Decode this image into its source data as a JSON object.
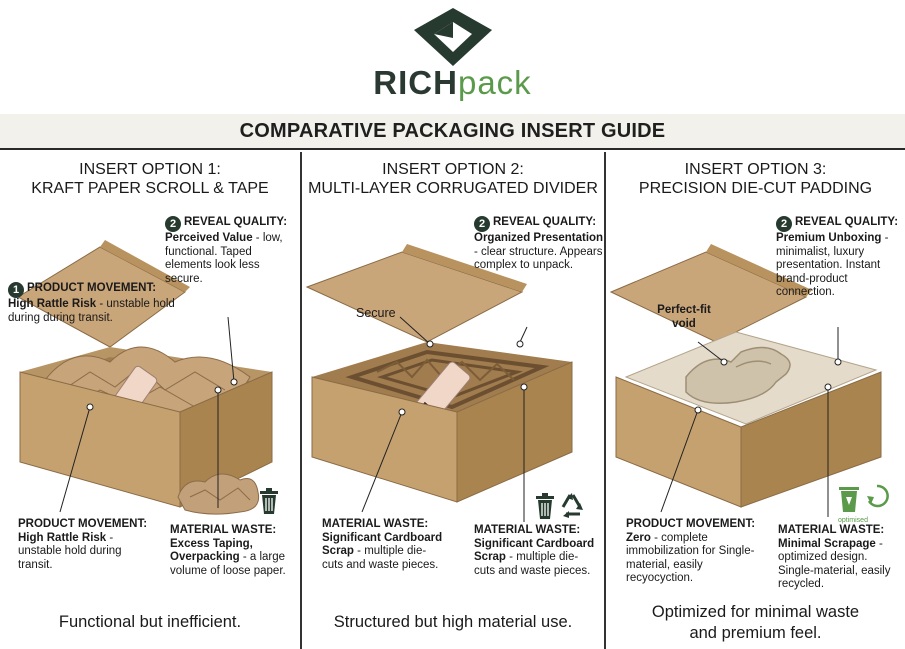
{
  "brand": {
    "name_a": "RICH",
    "name_b": "pack"
  },
  "title": "COMPARATIVE PACKAGING INSERT GUIDE",
  "colors": {
    "accent": "#263a30",
    "brand_green": "#5a9a4a",
    "kraft": "#c9a57a"
  },
  "columns": [
    {
      "heading_1": "INSERT OPTION 1:",
      "heading_2": "KRAFT PAPER SCROLL & TAPE",
      "reveal_num": "2",
      "reveal_title": "REVEAL QUALITY:",
      "reveal_bold": "Perceived Value",
      "reveal_text": " - low, functional. Taped elements look less secure.",
      "movement_top_num": "1",
      "movement_top_title": "PRODUCT MOVEMENT:",
      "movement_top_bold": "High Rattle Risk",
      "movement_top_text": " - unstable hold during during transit.",
      "movement_title": "PRODUCT MOVEMENT:",
      "movement_bold": "High Rattle Risk",
      "movement_text": " - unstable hold during transit.",
      "waste_title": "MATERIAL WASTE:",
      "waste_bold": "Excess Taping, Overpacking",
      "waste_text": " - a large volume of loose paper.",
      "footer": "Functional but inefficient.",
      "icon": "trash-icon"
    },
    {
      "heading_1": "INSERT OPTION 2:",
      "heading_2": "MULTI-LAYER CORRUGATED DIVIDER",
      "reveal_num": "2",
      "reveal_title": "REVEAL QUALITY:",
      "reveal_bold": "Organized Presentation",
      "reveal_text": " - clear structure. Appears complex to unpack.",
      "label": "Secure",
      "waste_left_title": "MATERIAL WASTE:",
      "waste_left_bold": "Significant Cardboard Scrap",
      "waste_left_text": " - multiple die-cuts and waste pieces.",
      "waste_right_title": "MATERIAL WASTE:",
      "waste_right_bold": "Significant Cardboard Scrap",
      "waste_right_text": " - multiple die-cuts and waste pieces.",
      "footer": "Structured but high material use.",
      "icon": "trash-recycle-icon"
    },
    {
      "heading_1": "INSERT OPTION 3:",
      "heading_2": "PRECISION DIE-CUT PADDING",
      "reveal_num": "2",
      "reveal_title": "REVEAL QUALITY:",
      "reveal_bold": "Premium Unboxing",
      "reveal_text": " - minimalist, luxury presentation. Instant brand-product connection.",
      "label": "Perfect-fit void",
      "movement_title": "PRODUCT MOVEMENT:",
      "movement_bold": "Zero",
      "movement_text": " - complete immobilization for Single-material, easily recyocyction.",
      "waste_title": "MATERIAL WASTE:",
      "waste_bold": "Minimal Scrapage",
      "waste_text": " - optimized design. Single-material, easily recycled.",
      "optimised": "optimised",
      "footer_1": "Optimized for minimal waste",
      "footer_2": "and premium feel.",
      "icon": "recycle-icon"
    }
  ]
}
